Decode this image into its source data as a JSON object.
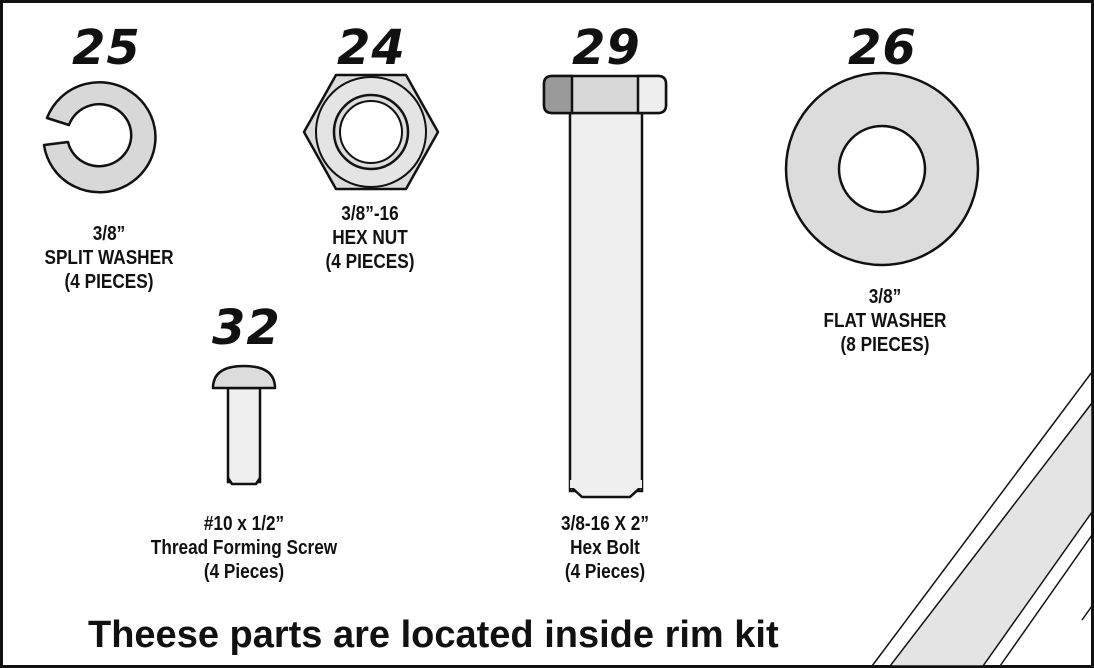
{
  "parts": [
    {
      "number": "25",
      "lines": [
        "3/8”",
        "SPLIT WASHER",
        "(4 PIECES)"
      ]
    },
    {
      "number": "24",
      "lines": [
        "3/8”-16",
        "HEX NUT",
        "(4 PIECES)"
      ]
    },
    {
      "number": "29",
      "lines": [
        "3/8-16 X 2”",
        "Hex Bolt",
        "(4 Pieces)"
      ]
    },
    {
      "number": "26",
      "lines": [
        "3/8”",
        "FLAT WASHER",
        "(8 PIECES)"
      ]
    },
    {
      "number": "32",
      "lines": [
        "#10 x 1/2”",
        "Thread Forming Screw",
        "(4 Pieces)"
      ]
    }
  ],
  "footer": "Theese parts are located inside rim kit",
  "colors": {
    "part_fill": "#dcdcdc",
    "bolt_shaft": "#efefef",
    "bolt_head_dark": "#9a9a9a",
    "outline": "#111111"
  }
}
